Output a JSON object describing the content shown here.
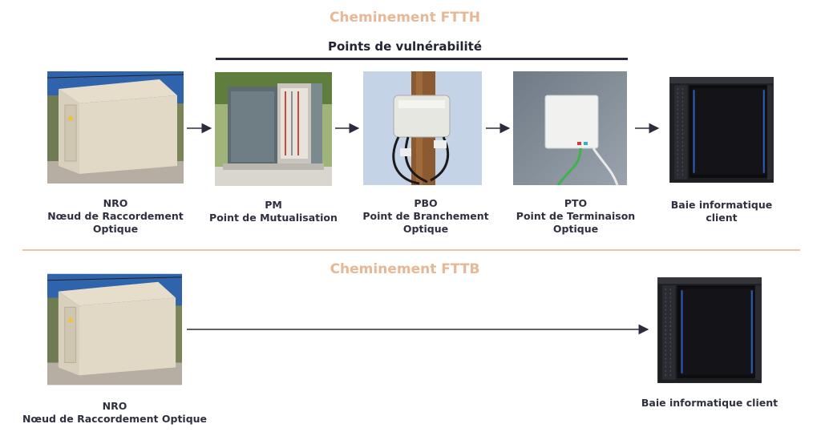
{
  "ftth": {
    "title": "Cheminement FTTH",
    "vulnerability_title": "Points de vulnérabilité",
    "nodes": [
      {
        "line1": "NRO",
        "line2": "Nœud de Raccordement",
        "line3": "Optique",
        "icon": "nro-shelter-icon"
      },
      {
        "line1": "PM",
        "line2": "Point de Mutualisation",
        "line3": "",
        "icon": "street-cabinet-icon"
      },
      {
        "line1": "PBO",
        "line2": "Point de Branchement",
        "line3": "Optique",
        "icon": "pole-box-icon"
      },
      {
        "line1": "PTO",
        "line2": "Point de Terminaison",
        "line3": "Optique",
        "icon": "wall-outlet-icon"
      },
      {
        "line1": "Baie informatique",
        "line2": "client",
        "line3": "",
        "icon": "server-rack-icon"
      }
    ]
  },
  "fttb": {
    "title": "Cheminement FTTB",
    "nodes": [
      {
        "line1": "NRO",
        "line2": "Nœud de Raccordement Optique",
        "icon": "nro-shelter-icon"
      },
      {
        "line1": "Baie informatique client",
        "icon": "server-rack-icon"
      }
    ]
  },
  "colors": {
    "accent": "#e6b895",
    "text": "#2e3040",
    "line": "#2b2d3e"
  }
}
